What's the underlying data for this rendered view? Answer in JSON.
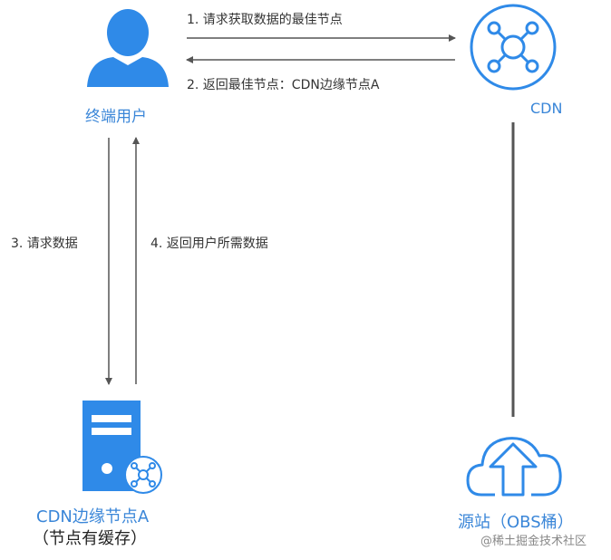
{
  "nodes": {
    "user": {
      "label": "终端用户"
    },
    "cdn": {
      "label": "CDN"
    },
    "edge": {
      "label_line1": "CDN边缘节点A",
      "label_line2": "（节点有缓存）"
    },
    "origin": {
      "label": "源站（OBS桶）"
    }
  },
  "steps": {
    "step1": "1. 请求获取数据的最佳节点",
    "step2": "2. 返回最佳节点：CDN边缘节点A",
    "step3": "3. 请求数据",
    "step4": "4. 返回用户所需数据"
  },
  "watermark": "@稀土掘金技术社区",
  "colors": {
    "accent": "#2f8ae8",
    "line": "#555555"
  },
  "icons": {
    "user": "user-icon",
    "cdn": "network-icon",
    "server": "server-icon",
    "cloud": "cloud-upload-icon"
  }
}
